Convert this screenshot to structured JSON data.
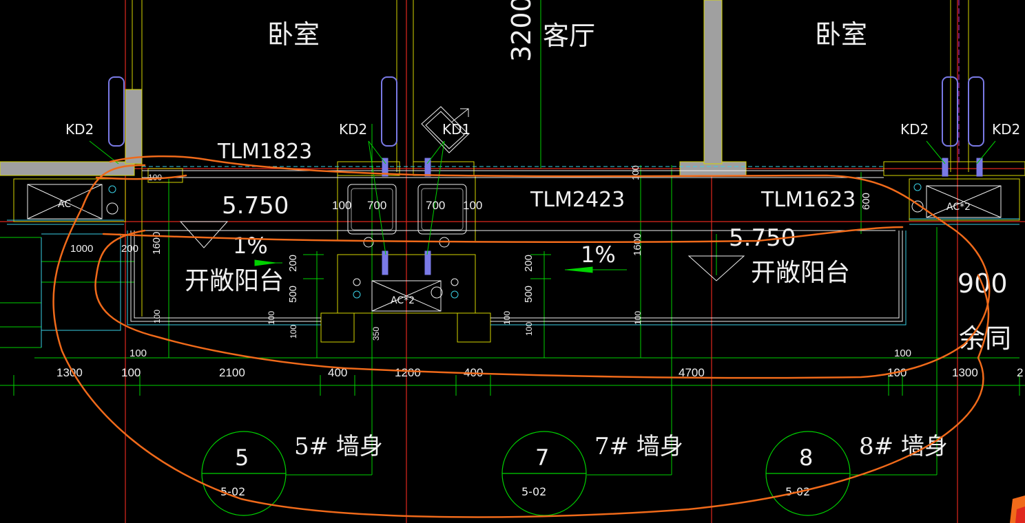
{
  "rooms": {
    "bedroom_left": "卧室",
    "living_dim": "3200",
    "living": "客厅",
    "bedroom_right": "卧室"
  },
  "tags": {
    "kd2_a": "KD2",
    "kd2_b": "KD2",
    "kd1": "KD1",
    "kd2_c": "KD2",
    "kd2_d": "KD2",
    "tlm1823": "TLM1823",
    "tlm2423": "TLM2423",
    "tlm1623": "TLM1623"
  },
  "ac": {
    "left": "AC",
    "center": "AC*2",
    "right": "AC*2"
  },
  "balcony": {
    "elev_left": "5.750",
    "slope_left": "1%",
    "label_left": "开敞阳台",
    "elev_right": "5.750",
    "slope_right": "1%",
    "label_right": "开敞阳台"
  },
  "right_edge": {
    "num": "900",
    "chars": "余同"
  },
  "dims": {
    "d100_top": "100",
    "d100_b1": "100",
    "d700_1": "700",
    "d700_2": "700",
    "d100_b2": "100",
    "d100_top2": "100",
    "d600": "600",
    "d1000": "1000",
    "d200_l": "200",
    "d1600_l": "1600",
    "d200_c1": "200",
    "d500_c1": "500",
    "d200_c2": "200",
    "d500_c2": "500",
    "d1600_r": "1600",
    "d100_l2": "100",
    "d100_l3": "100",
    "d100_l4": "100",
    "d350": "350",
    "d100_c3": "100",
    "d100_c4": "100",
    "d100_c5": "100",
    "d100_below": "100",
    "d100_right": "100",
    "b1300_l": "1300",
    "b100_1": "100",
    "b2100": "2100",
    "b400_1": "400",
    "b1200": "1200",
    "b400_2": "400",
    "b4700": "4700",
    "b100_2": "100",
    "b1300_r": "1300",
    "b2_edge": "2"
  },
  "axes": [
    {
      "num": "5",
      "ref": "5-02",
      "label": "5# 墙身"
    },
    {
      "num": "7",
      "ref": "5-02",
      "label": "7# 墙身"
    },
    {
      "num": "8",
      "ref": "5-02",
      "label": "8# 墙身"
    }
  ],
  "colors": {
    "background": "#000000",
    "text": "#f0f0f0",
    "green": "#00d200",
    "red": "#e0281e",
    "yellow": "#d6d600",
    "gray": "#a0a0a0",
    "cyan": "#3ad1e6",
    "blue": "#7a7ae6",
    "orange": "#f06a1a",
    "magenta": "#d02fd0"
  }
}
